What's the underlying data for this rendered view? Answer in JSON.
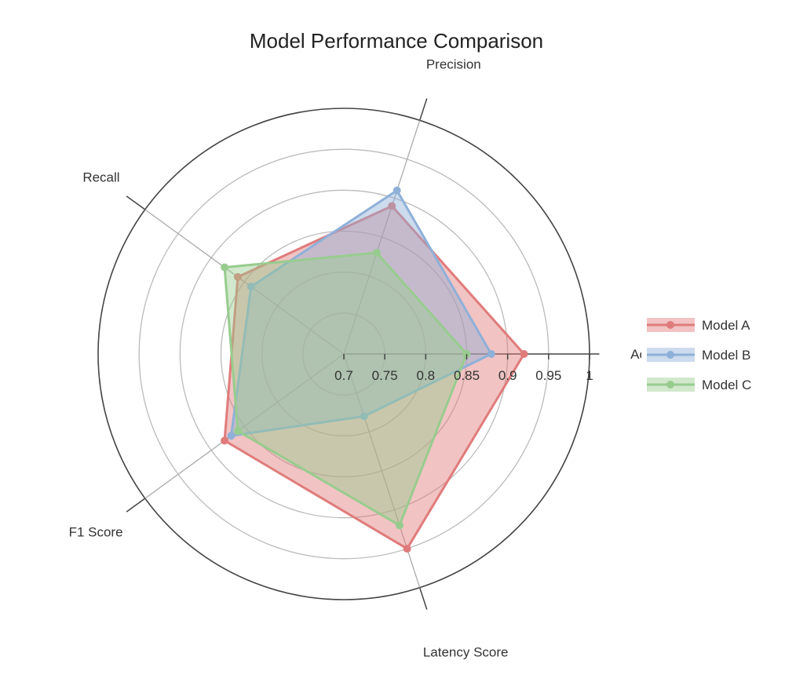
{
  "chart_data": {
    "type": "radar",
    "title": "Model Performance Comparison",
    "axes": [
      "Accuracy",
      "Precision",
      "Recall",
      "F1 Score",
      "Latency Score"
    ],
    "axis_angles_deg": [
      0,
      72,
      144,
      216,
      288
    ],
    "radial_range": [
      0.7,
      1.0
    ],
    "radial_ticks": [
      0.7,
      0.75,
      0.8,
      0.85,
      0.9,
      0.95,
      1
    ],
    "radial_tick_labels": [
      "0.7",
      "0.75",
      "0.8",
      "0.85",
      "0.9",
      "0.95",
      "1"
    ],
    "grid": true,
    "legend_position": "right",
    "series": [
      {
        "name": "Model A",
        "color": "#e07b7b",
        "values": [
          0.92,
          0.89,
          0.86,
          0.88,
          0.95
        ]
      },
      {
        "name": "Model B",
        "color": "#8fb0d8",
        "values": [
          0.88,
          0.91,
          0.84,
          0.87,
          0.78
        ]
      },
      {
        "name": "Model C",
        "color": "#98cc8f",
        "values": [
          0.85,
          0.83,
          0.88,
          0.86,
          0.92
        ]
      }
    ]
  }
}
